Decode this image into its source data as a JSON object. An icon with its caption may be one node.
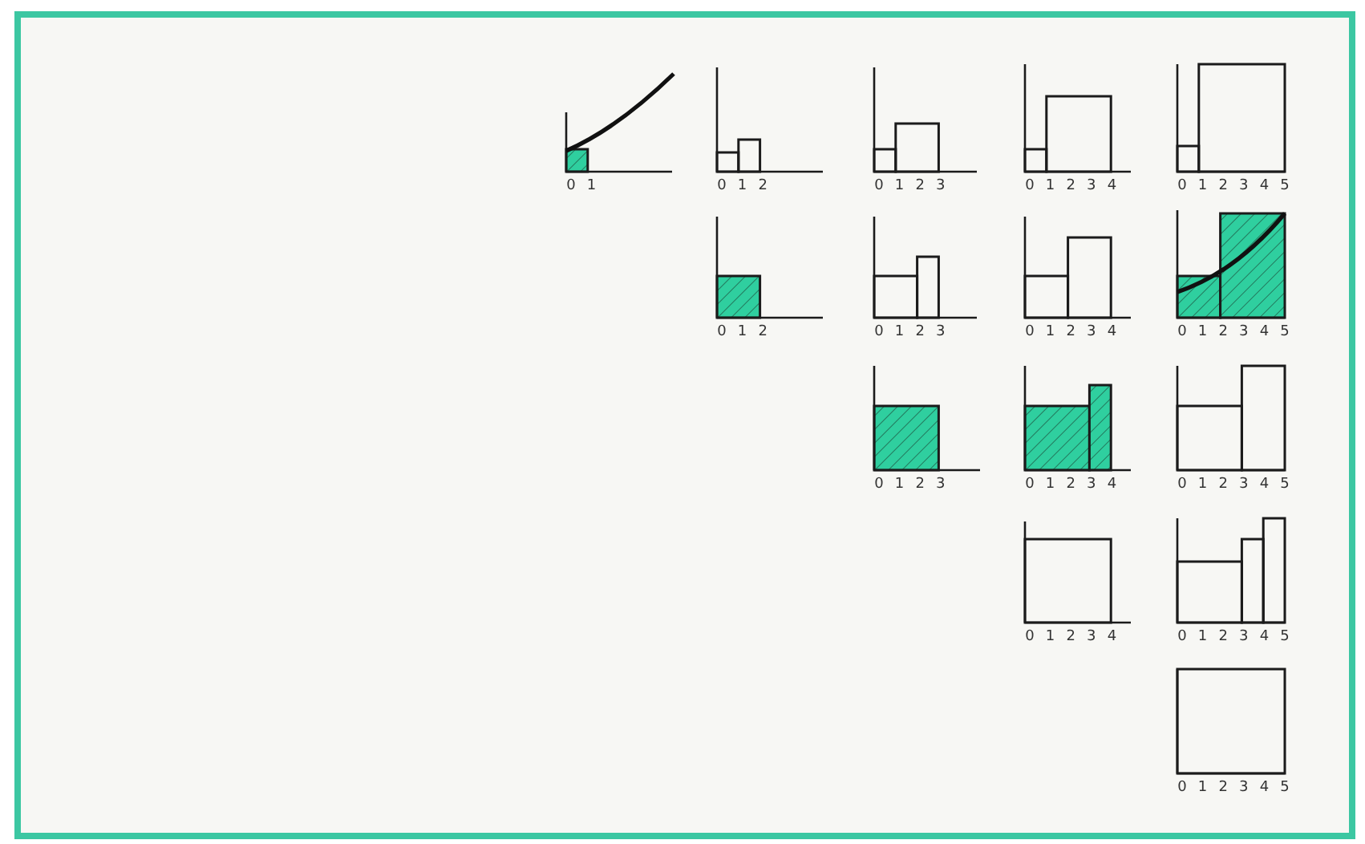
{
  "diagram": {
    "labels": [
      "0",
      "1",
      "0",
      "1",
      "2",
      "0",
      "1",
      "2",
      "3",
      "0",
      "1",
      "2",
      "3",
      "4",
      "0",
      "1",
      "2",
      "3",
      "4",
      "5",
      "0",
      "1",
      "2",
      "0",
      "1",
      "2",
      "3",
      "0",
      "1",
      "2",
      "3",
      "4",
      "0",
      "1",
      "2",
      "3",
      "4",
      "5",
      "0",
      "1",
      "2",
      "3",
      "0",
      "1",
      "2",
      "3",
      "4",
      "0",
      "1",
      "2",
      "3",
      "4",
      "5",
      "0",
      "1",
      "2",
      "3",
      "4",
      "0",
      "1",
      "2",
      "3",
      "4",
      "5",
      "0",
      "1",
      "2",
      "3",
      "4",
      "5"
    ]
  }
}
